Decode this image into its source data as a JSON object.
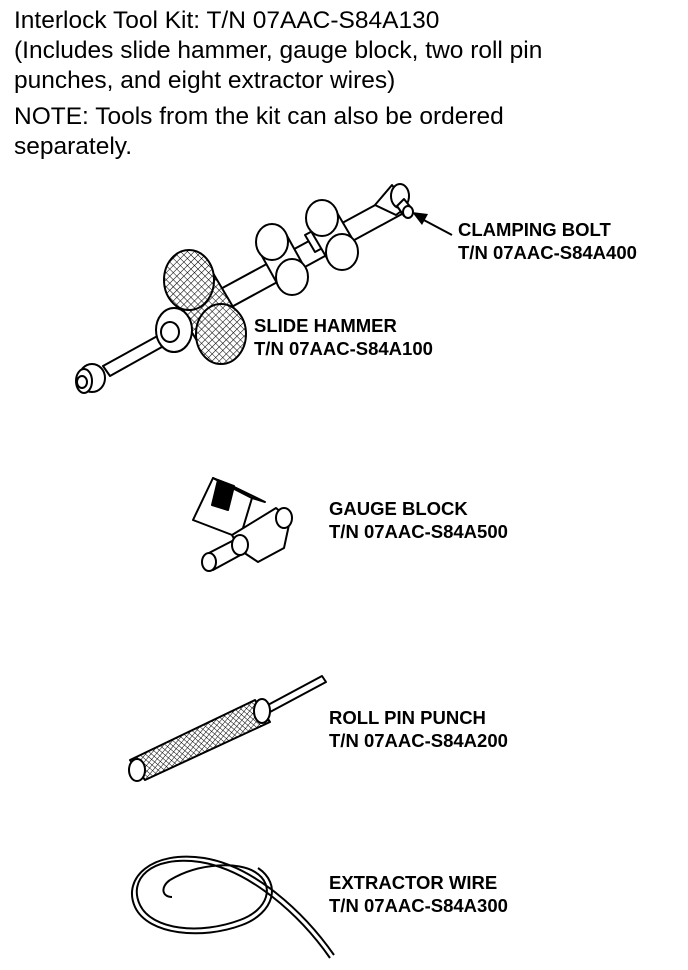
{
  "header": {
    "kit_line": "Interlock Tool Kit: T/N 07AAC-S84A130",
    "includes_line1": "(Includes slide hammer, gauge block, two roll pin",
    "includes_line2": "punches, and eight extractor wires)",
    "note_line1": "NOTE: Tools from the kit can also be ordered",
    "note_line2": "separately."
  },
  "tools": {
    "clamping_bolt": {
      "name": "CLAMPING BOLT",
      "part": "T/N 07AAC-S84A400",
      "icon": "clamping-bolt-icon"
    },
    "slide_hammer": {
      "name": "SLIDE HAMMER",
      "part": "T/N 07AAC-S84A100",
      "icon": "slide-hammer-icon"
    },
    "gauge_block": {
      "name": "GAUGE BLOCK",
      "part": "T/N 07AAC-S84A500",
      "icon": "gauge-block-icon"
    },
    "roll_pin_punch": {
      "name": "ROLL PIN PUNCH",
      "part": "T/N 07AAC-S84A200",
      "icon": "roll-pin-punch-icon"
    },
    "extractor_wire": {
      "name": "EXTRACTOR WIRE",
      "part": "T/N 07AAC-S84A300",
      "icon": "extractor-wire-icon"
    }
  }
}
